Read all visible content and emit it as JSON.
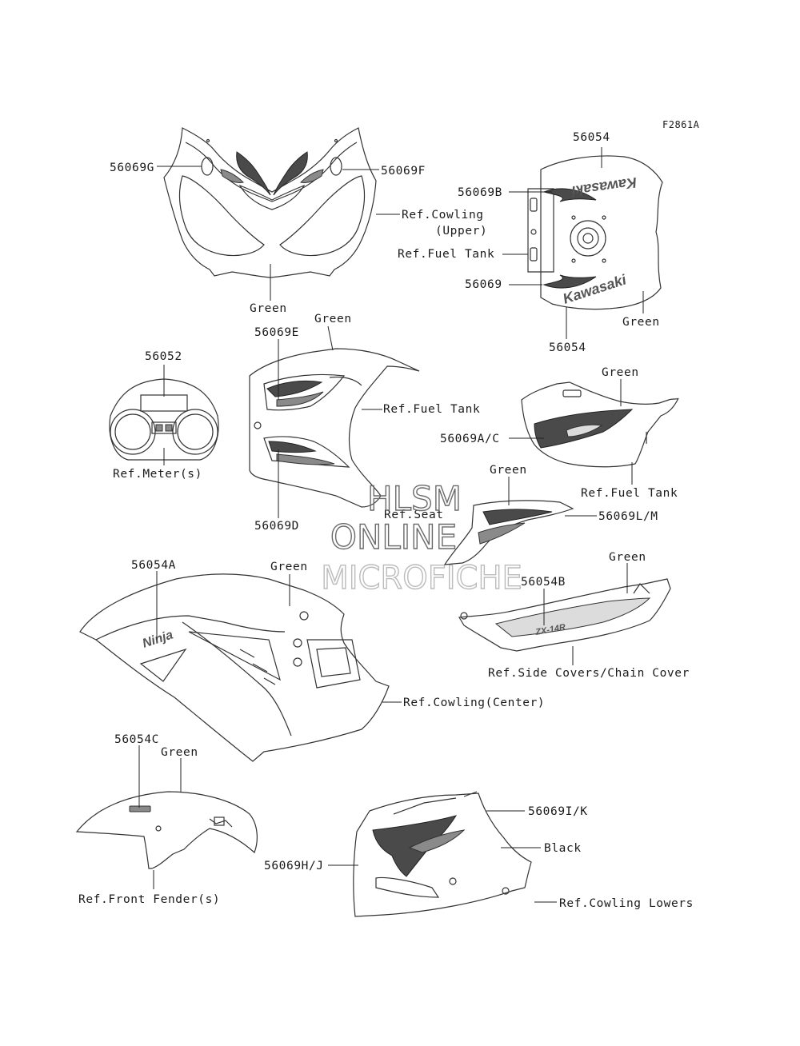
{
  "figure_id": "F2861A",
  "labels": {
    "g_56069G": "56069G",
    "g_56069F": "56069F",
    "ref_cowling_upper_1": "Ref.Cowling",
    "ref_cowling_upper_2": "(Upper)",
    "green_upper": "Green",
    "p_56054_top": "56054",
    "p_56069B": "56069B",
    "ref_fuel_tank_1": "Ref.Fuel Tank",
    "p_56069": "56069",
    "p_56054_bottom": "56054",
    "green_tank": "Green",
    "green_center_top": "Green",
    "p_56069E": "56069E",
    "ref_fuel_tank_2": "Ref.Fuel Tank",
    "p_56069D": "56069D",
    "p_56052": "56052",
    "ref_meters": "Ref.Meter(s)",
    "green_side_tank": "Green",
    "p_56069AC": "56069A/C",
    "ref_fuel_tank_3": "Ref.Fuel Tank",
    "green_seat": "Green",
    "ref_seat": "Ref.Seat",
    "p_56069LM": "56069L/M",
    "p_56054A": "56054A",
    "green_cowl_center": "Green",
    "ref_cowling_center": "Ref.Cowling(Center)",
    "green_side_cover": "Green",
    "p_56054B": "56054B",
    "ref_side_covers": "Ref.Side Covers/Chain Cover",
    "p_56054C": "56054C",
    "green_fender": "Green",
    "ref_front_fender": "Ref.Front Fender(s)",
    "p_56069IK": "56069I/K",
    "black_lower": "Black",
    "p_56069HJ": "56069H/J",
    "ref_cowling_lowers": "Ref.Cowling Lowers"
  },
  "decal_text": {
    "kawasaki_top": "Kawasaki",
    "kawasaki_bottom": "Kawasaki",
    "ninja": "Ninja",
    "zx14r": "ZX-14R"
  },
  "watermark": {
    "line1": "HLSM",
    "line2": "ONLINE",
    "line3": "MICROFICHE"
  }
}
